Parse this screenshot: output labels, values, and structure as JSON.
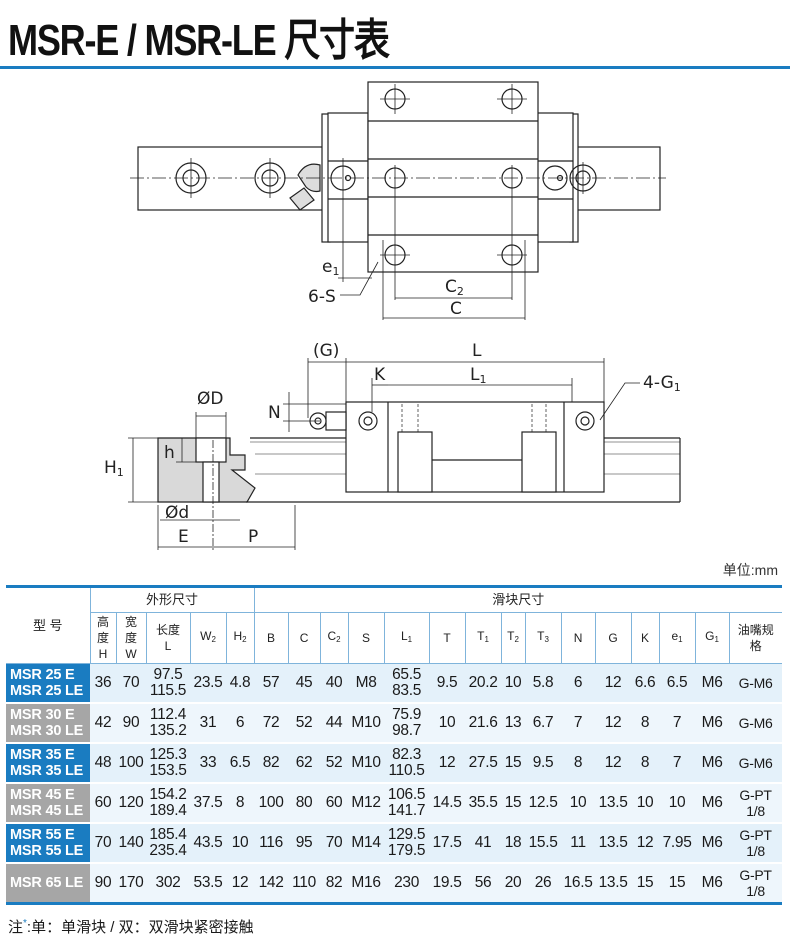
{
  "title": "MSR-E / MSR-LE 尺寸表",
  "unit_label": "单位:mm",
  "drawing_labels": {
    "top_view": {
      "e1": "e",
      "e1_sub": "1",
      "six_s": "6-S",
      "c2": "C",
      "c2_sub": "2",
      "c": "C"
    },
    "side_view": {
      "g": "(G)",
      "l": "L",
      "k": "K",
      "l1": "L",
      "l1_sub": "1",
      "four_g1": "4-G",
      "four_g1_sub": "1",
      "phi_d_big": "ØD",
      "n": "N",
      "h1": "H",
      "h1_sub": "1",
      "h": "h",
      "phi_d_small": "Ød",
      "e": "E",
      "p": "P"
    }
  },
  "table": {
    "group_headers": {
      "model": "型 号",
      "outer": "外形尺寸",
      "block": "滑块尺寸"
    },
    "columns": [
      {
        "label": "高\n度\nH",
        "l1": "高",
        "l2": "度",
        "l3": "H"
      },
      {
        "label": "宽\n度\nW",
        "l1": "宽",
        "l2": "度",
        "l3": "W"
      },
      {
        "label": "长度\nL",
        "l1": "长度",
        "l2": "L"
      },
      {
        "label": "W2",
        "main": "W",
        "sub": "2"
      },
      {
        "label": "H2",
        "main": "H",
        "sub": "2"
      },
      {
        "label": "B"
      },
      {
        "label": "C"
      },
      {
        "label": "C2",
        "main": "C",
        "sub": "2"
      },
      {
        "label": "S"
      },
      {
        "label": "L1",
        "main": "L",
        "sub": "1"
      },
      {
        "label": "T"
      },
      {
        "label": "T1",
        "main": "T",
        "sub": "1"
      },
      {
        "label": "T2",
        "main": "T",
        "sub": "2"
      },
      {
        "label": "T3",
        "main": "T",
        "sub": "3"
      },
      {
        "label": "N"
      },
      {
        "label": "G"
      },
      {
        "label": "K"
      },
      {
        "label": "e1",
        "main": "e",
        "sub": "1"
      },
      {
        "label": "G1",
        "main": "G",
        "sub": "1"
      },
      {
        "label": "油嘴规格",
        "l1": "油嘴规",
        "l2": "格"
      }
    ],
    "rows": [
      {
        "model": [
          "MSR 25 E",
          "MSR 25 LE"
        ],
        "color": "blue",
        "H": "36",
        "W": "70",
        "L": [
          "97.5",
          "115.5"
        ],
        "W2": "23.5",
        "H2": "4.8",
        "B": "57",
        "C": "45",
        "C2": "40",
        "S": "M8",
        "L1": [
          "65.5",
          "83.5"
        ],
        "T": "9.5",
        "T1": "20.2",
        "T2": "10",
        "T3": "5.8",
        "N": "6",
        "G": "12",
        "K": "6.6",
        "e1": "6.5",
        "G1": "M6",
        "nipple": [
          "G-M6"
        ]
      },
      {
        "model": [
          "MSR 30 E",
          "MSR 30 LE"
        ],
        "color": "gray",
        "H": "42",
        "W": "90",
        "L": [
          "112.4",
          "135.2"
        ],
        "W2": "31",
        "H2": "6",
        "B": "72",
        "C": "52",
        "C2": "44",
        "S": "M10",
        "L1": [
          "75.9",
          "98.7"
        ],
        "T": "10",
        "T1": "21.6",
        "T2": "13",
        "T3": "6.7",
        "N": "7",
        "G": "12",
        "K": "8",
        "e1": "7",
        "G1": "M6",
        "nipple": [
          "G-M6"
        ]
      },
      {
        "model": [
          "MSR 35 E",
          "MSR 35 LE"
        ],
        "color": "blue",
        "H": "48",
        "W": "100",
        "L": [
          "125.3",
          "153.5"
        ],
        "W2": "33",
        "H2": "6.5",
        "B": "82",
        "C": "62",
        "C2": "52",
        "S": "M10",
        "L1": [
          "82.3",
          "110.5"
        ],
        "T": "12",
        "T1": "27.5",
        "T2": "15",
        "T3": "9.5",
        "N": "8",
        "G": "12",
        "K": "8",
        "e1": "7",
        "G1": "M6",
        "nipple": [
          "G-M6"
        ]
      },
      {
        "model": [
          "MSR 45 E",
          "MSR 45 LE"
        ],
        "color": "gray",
        "H": "60",
        "W": "120",
        "L": [
          "154.2",
          "189.4"
        ],
        "W2": "37.5",
        "H2": "8",
        "B": "100",
        "C": "80",
        "C2": "60",
        "S": "M12",
        "L1": [
          "106.5",
          "141.7"
        ],
        "T": "14.5",
        "T1": "35.5",
        "T2": "15",
        "T3": "12.5",
        "N": "10",
        "G": "13.5",
        "K": "10",
        "e1": "10",
        "G1": "M6",
        "nipple": [
          "G-PT",
          "1/8"
        ]
      },
      {
        "model": [
          "MSR 55 E",
          "MSR 55 LE"
        ],
        "color": "blue",
        "H": "70",
        "W": "140",
        "L": [
          "185.4",
          "235.4"
        ],
        "W2": "43.5",
        "H2": "10",
        "B": "116",
        "C": "95",
        "C2": "70",
        "S": "M14",
        "L1": [
          "129.5",
          "179.5"
        ],
        "T": "17.5",
        "T1": "41",
        "T2": "18",
        "T3": "15.5",
        "N": "11",
        "G": "13.5",
        "K": "12",
        "e1": "7.95",
        "G1": "M6",
        "nipple": [
          "G-PT",
          "1/8"
        ]
      },
      {
        "model": [
          "MSR 65 LE"
        ],
        "color": "gray",
        "H": "90",
        "W": "170",
        "L": [
          "302"
        ],
        "W2": "53.5",
        "H2": "12",
        "B": "142",
        "C": "110",
        "C2": "82",
        "S": "M16",
        "L1": [
          "230"
        ],
        "T": "19.5",
        "T1": "56",
        "T2": "20",
        "T3": "26",
        "N": "16.5",
        "G": "13.5",
        "K": "15",
        "e1": "15",
        "G1": "M6",
        "nipple": [
          "G-PT",
          "1/8"
        ]
      }
    ]
  },
  "note": {
    "prefix": "注",
    "marker": "*",
    "text": ":单：单滑块 / 双：双滑块紧密接触"
  },
  "colors": {
    "accent_blue": "#1a7cc1",
    "model_gray": "#a6a6a6",
    "cell_light": "#e4f1fa"
  }
}
